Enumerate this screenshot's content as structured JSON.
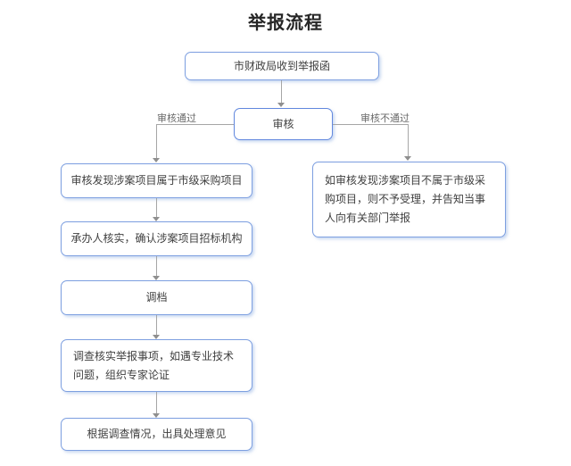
{
  "title": "举报流程",
  "flow": {
    "start": "市财政局收到举报函",
    "review": "审核",
    "branch_pass_label": "审核通过",
    "branch_fail_label": "审核不通过",
    "steps": [
      {
        "label": "审核发现涉案项目属于市级采购项目"
      },
      {
        "label": "承办人核实，确认涉案项目招标机构"
      },
      {
        "label": "调档"
      },
      {
        "label": "调查核实举报事项，如遇专业技术问题，组织专家论证"
      },
      {
        "label": "根据调查情况，出具处理意见"
      }
    ],
    "reject": "如审核发现涉案项目不属于市级采购项目，则不予受理，并告知当事人向有关部门举报"
  },
  "colors": {
    "box_border": "#7d9fe0",
    "review_border": "#6288de",
    "connector_line": "#a6a6a6",
    "arrowhead": "#8f8f8f",
    "box_text": "#404040",
    "branch_label_text": "#696969",
    "title_text": "#262626",
    "background": "#ffffff"
  }
}
